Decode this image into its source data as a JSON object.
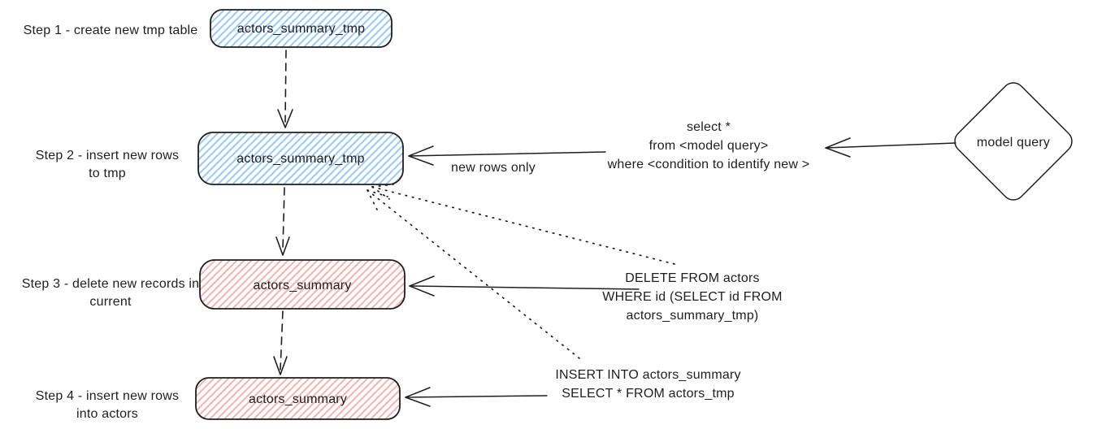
{
  "diagram": {
    "steps": [
      {
        "label": "Step 1 - create new tmp table",
        "node": "actors_summary_tmp",
        "node_color": "blue"
      },
      {
        "label": "Step 2 - insert new rows\nto tmp",
        "node": "actors_summary_tmp",
        "node_color": "blue"
      },
      {
        "label": "Step 3 - delete new records in\ncurrent",
        "node": "actors_summary",
        "node_color": "red"
      },
      {
        "label": "Step 4 - insert new rows\ninto actors",
        "node": "actors_summary",
        "node_color": "red"
      }
    ],
    "annotations": {
      "select_query": "select *\nfrom <model query>\nwhere <condition to identify new >",
      "new_rows_label": "new rows only",
      "delete_query": "DELETE FROM actors\nWHERE id (SELECT id FROM actors_summary_tmp)",
      "insert_query": "INSERT INTO actors_summary\nSELECT * FROM actors_tmp",
      "model_query_node": "model query"
    },
    "colors": {
      "stroke": "#1e1e1e",
      "blue_node_hatch": "#9ecbf0",
      "red_node_hatch": "#f3b6b6",
      "background": "#ffffff"
    }
  }
}
